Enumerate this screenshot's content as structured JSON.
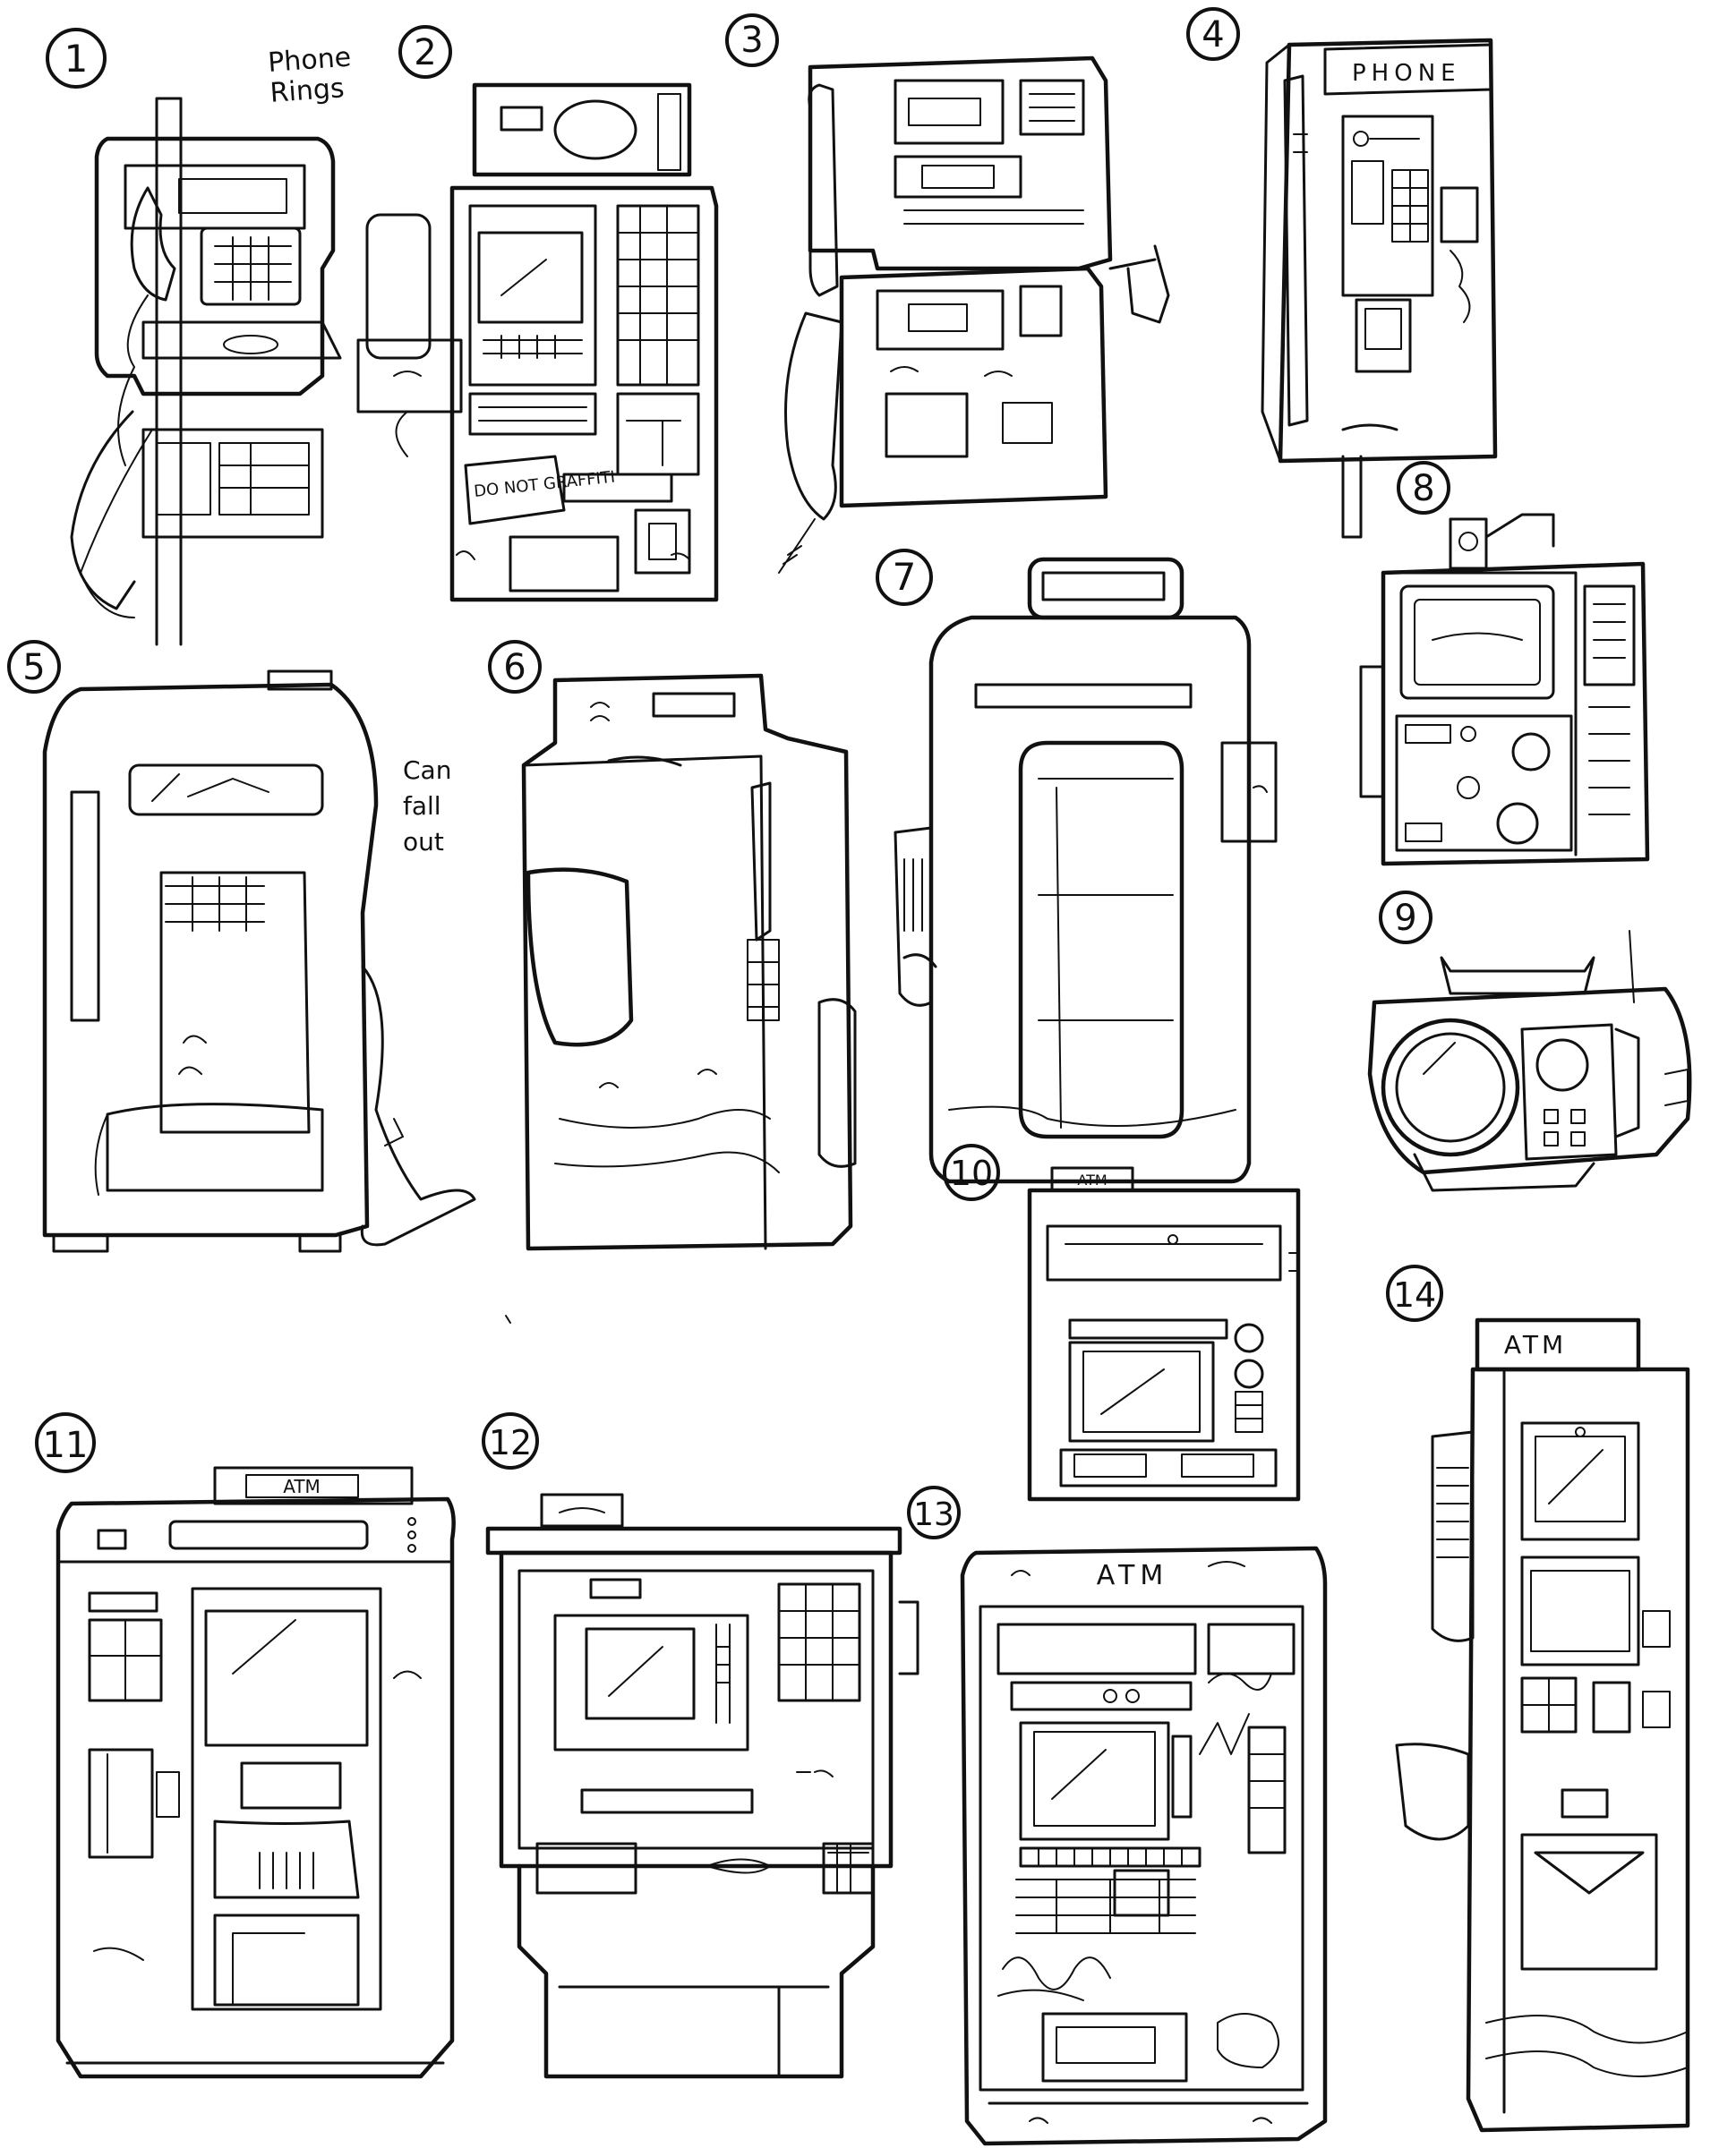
{
  "sketches": [
    {
      "number": "1",
      "note": "Phone Rings"
    },
    {
      "number": "2",
      "note": "DO NOT GRAFFITI"
    },
    {
      "number": "3"
    },
    {
      "number": "4",
      "sign": "PHONE"
    },
    {
      "number": "5",
      "note": "Can fall out"
    },
    {
      "number": "6"
    },
    {
      "number": "7"
    },
    {
      "number": "8"
    },
    {
      "number": "9"
    },
    {
      "number": "10",
      "sign": "ATM"
    },
    {
      "number": "11",
      "sign": "ATM"
    },
    {
      "number": "12"
    },
    {
      "number": "13",
      "sign": "ATM"
    },
    {
      "number": "14",
      "sign": "ATM"
    }
  ]
}
